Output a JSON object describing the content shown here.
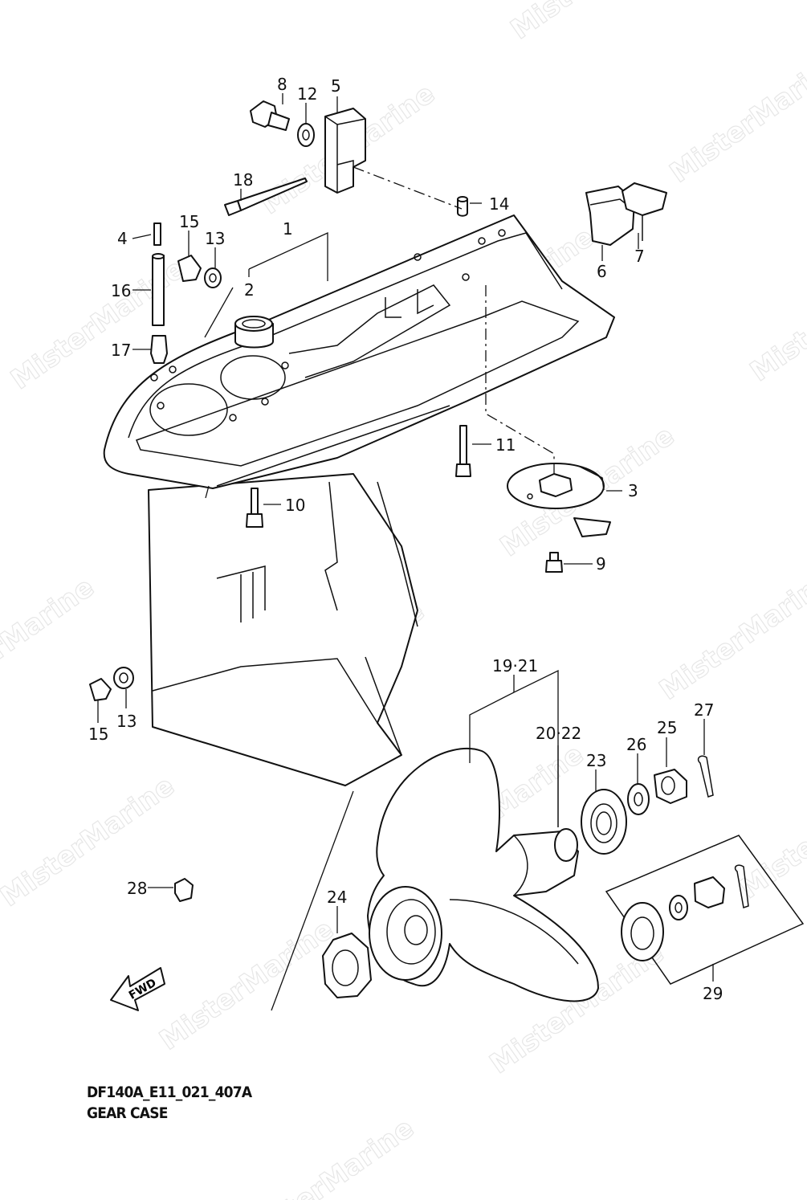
{
  "diagram": {
    "watermark": "MisterMarine",
    "callouts": {
      "c1": "1",
      "c2": "2",
      "c3": "3",
      "c4": "4",
      "c5": "5",
      "c6": "6",
      "c7": "7",
      "c8": "8",
      "c9": "9",
      "c10": "10",
      "c11": "11",
      "c12": "12",
      "c13a": "13",
      "c13b": "13",
      "c14": "14",
      "c15a": "15",
      "c15b": "15",
      "c16": "16",
      "c17": "17",
      "c18": "18",
      "c19_21": "19·21",
      "c20_22": "20·22",
      "c23": "23",
      "c24": "24",
      "c25": "25",
      "c26": "26",
      "c27": "27",
      "c28": "28",
      "c29": "29"
    },
    "fwd_label": "FWD",
    "code": "DF140A_E11_021_407A",
    "title": "GEAR CASE"
  }
}
